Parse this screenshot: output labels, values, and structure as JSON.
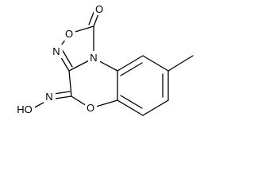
{
  "molecule": {
    "atoms": {
      "carbonyl_o": "O",
      "ring_o": "O",
      "ring_n": "N",
      "bridge_n": "N",
      "oxazine_o": "O",
      "oxime_n": "N",
      "oxime_oh": "HO"
    },
    "colors": {
      "bond": "#000000",
      "text": "#000000",
      "background": "#ffffff"
    }
  }
}
